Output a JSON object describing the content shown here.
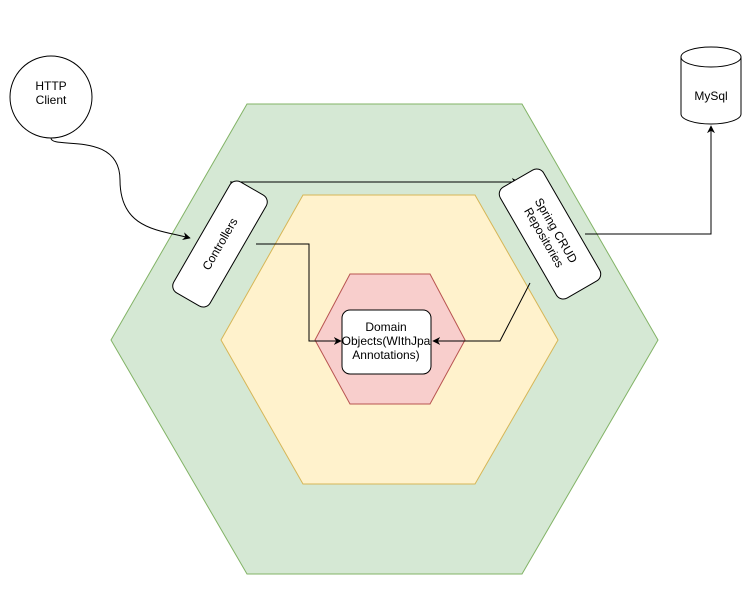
{
  "nodes": {
    "http_client": [
      "HTTP",
      "Client"
    ],
    "mysql": "MySql",
    "controllers": "Controllers",
    "repositories": [
      "Spring CRUD",
      "Repositories"
    ],
    "domain": [
      "Domain",
      "Objects(WIthJpa",
      "Annotations)"
    ]
  },
  "colors": {
    "outer_hex_fill": "#d5e8d4",
    "outer_hex_stroke": "#82b366",
    "middle_hex_fill": "#fff2cc",
    "middle_hex_stroke": "#d6b656",
    "inner_hex_fill": "#f8cecc",
    "inner_hex_stroke": "#b85450",
    "box_fill": "#ffffff",
    "line": "#000000"
  }
}
